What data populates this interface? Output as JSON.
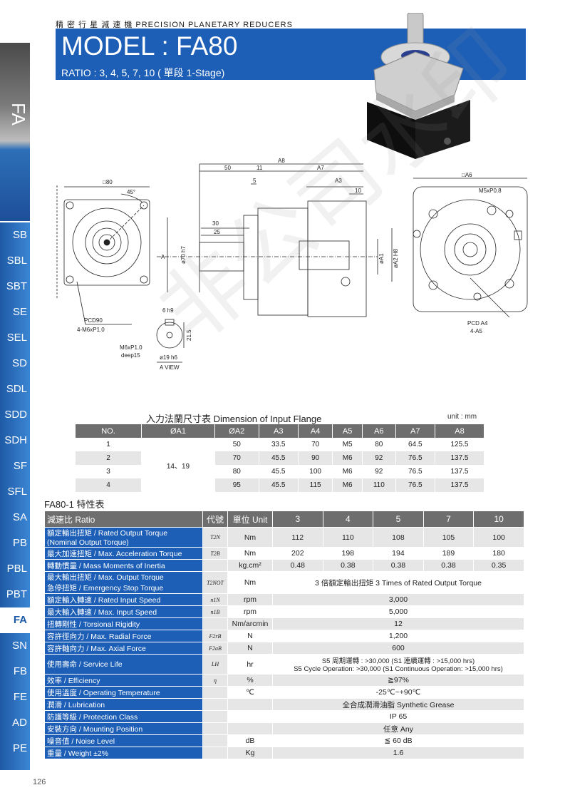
{
  "header": {
    "cn_title": "精 密 行 星 減 速 機   PRECISION PLANETARY REDUCERS",
    "model": "MODEL : FA80",
    "ratio": "RATIO : 3,  4,  5,  7,  10 ( 單段 1-Stage)"
  },
  "side_label": "FA",
  "sidebar": {
    "tabs": [
      "SB",
      "SBL",
      "SBT",
      "SE",
      "SEL",
      "SD",
      "SDL",
      "SDD",
      "SDH",
      "SF",
      "SFL",
      "SA",
      "PB",
      "PBL",
      "PBT",
      "FA",
      "SN",
      "FB",
      "FE",
      "AD",
      "PE"
    ],
    "active": "FA"
  },
  "drawing": {
    "front_square": "□80",
    "angle": "45°",
    "pcd": "PCD90",
    "holes": "4-M6xP1.0",
    "overall": "A8",
    "d50": "50",
    "d11": "11",
    "a7": "A7",
    "d5": "5",
    "a3": "A3",
    "d10": "10",
    "d30": "30",
    "d25": "25",
    "phi70": "ø70 h7",
    "phiA1": "øA1",
    "phiA2": "øA2 H8",
    "back_square": "□A6",
    "m5": "M5xP0.8",
    "pcd_a4": "PCD A4",
    "a5": "4-A5",
    "key_w": "6 h9",
    "key_h": "21.5",
    "tap": "M6xP1.0",
    "deep": "deep15",
    "shaft": "ø19 h6",
    "view": "A VIEW",
    "arrow_a": "A"
  },
  "watermark": "非公司水印",
  "flange": {
    "caption": "入力法蘭尺寸表  Dimension of Input Flange",
    "unit": "unit : mm",
    "headers": [
      "NO.",
      "ØA1",
      "ØA2",
      "A3",
      "A4",
      "A5",
      "A6",
      "A7",
      "A8"
    ],
    "a1_merged": "14、19",
    "rows": [
      [
        "1",
        "50",
        "33.5",
        "70",
        "M5",
        "80",
        "64.5",
        "125.5"
      ],
      [
        "2",
        "70",
        "45.5",
        "90",
        "M6",
        "92",
        "76.5",
        "137.5"
      ],
      [
        "3",
        "80",
        "45.5",
        "100",
        "M6",
        "92",
        "76.5",
        "137.5"
      ],
      [
        "4",
        "95",
        "45.5",
        "115",
        "M6",
        "110",
        "76.5",
        "137.5"
      ]
    ]
  },
  "spec": {
    "title": "FA80-1 特性表",
    "headers": {
      "label": "減速比 Ratio",
      "code": "代號",
      "unit": "單位 Unit",
      "ratios": [
        "3",
        "4",
        "5",
        "7",
        "10"
      ]
    },
    "rows": [
      {
        "label": "額定輸出扭矩 / Rated Output Torque\n(Nominal Output Torque)",
        "sym": "T2N",
        "unit": "Nm",
        "values": [
          "112",
          "110",
          "108",
          "105",
          "100"
        ]
      },
      {
        "label": "最大加速扭矩 / Max. Acceleration Torque",
        "sym": "T2B",
        "unit": "Nm",
        "values": [
          "202",
          "198",
          "194",
          "189",
          "180"
        ]
      },
      {
        "label": "轉動慣量 / Mass Moments of Inertia",
        "sym": "",
        "unit": "kg.cm²",
        "values": [
          "0.48",
          "0.38",
          "0.38",
          "0.38",
          "0.35"
        ]
      },
      {
        "label": "最大輸出扭矩 / Max. Output Torque\n急停扭矩 / Emergency Stop Torque",
        "sym": "T2NOT",
        "unit": "Nm",
        "merged": "3 倍額定輸出扭矩 3 Times of Rated Output Torque"
      },
      {
        "label": "額定輸入轉速 / Rated Input Speed",
        "sym": "n1N",
        "unit": "rpm",
        "merged": "3,000"
      },
      {
        "label": "最大輸入轉速 / Max. Input Speed",
        "sym": "n1B",
        "unit": "rpm",
        "merged": "5,000"
      },
      {
        "label": "扭轉剛性 / Torsional Rigidity",
        "sym": "",
        "unit": "Nm/arcmin",
        "merged": "12"
      },
      {
        "label": "容許徑向力 / Max. Radial Force",
        "sym": "F2rB",
        "unit": "N",
        "merged": "1,200"
      },
      {
        "label": "容許軸向力 / Max. Axial Force",
        "sym": "F2aB",
        "unit": "N",
        "merged": "600"
      },
      {
        "label": "使用壽命 / Service Life",
        "sym": "LH",
        "unit": "hr",
        "merged": "S5 周期運轉 : >30,000 (S1 連續運轉 : >15,000 hrs)\nS5 Cycle Operation: >30,000 (S1 Continuous Operation: >15,000 hrs)"
      },
      {
        "label": "效率 / Efficiency",
        "sym": "η",
        "unit": "%",
        "merged": "≧97%"
      },
      {
        "label": "使用溫度 / Operating Temperature",
        "sym": "",
        "unit": "℃",
        "merged": "-25℃~+90℃"
      },
      {
        "label": "潤滑 / Lubrication",
        "sym": "",
        "unit": "",
        "merged": "全合成潤滑油脂 Synthetic Grease"
      },
      {
        "label": "防護等級 / Protection Class",
        "sym": "",
        "unit": "",
        "merged": "IP 65"
      },
      {
        "label": "安裝方向 / Mounting Position",
        "sym": "",
        "unit": "",
        "merged": "任意 Any"
      },
      {
        "label": "噪音值 / Noise Level",
        "sym": "",
        "unit": "dB",
        "merged": "≦ 60 dB"
      },
      {
        "label": "重量 / Weight ±2%",
        "sym": "",
        "unit": "Kg",
        "merged": "1.6"
      }
    ]
  },
  "page_number": "126"
}
